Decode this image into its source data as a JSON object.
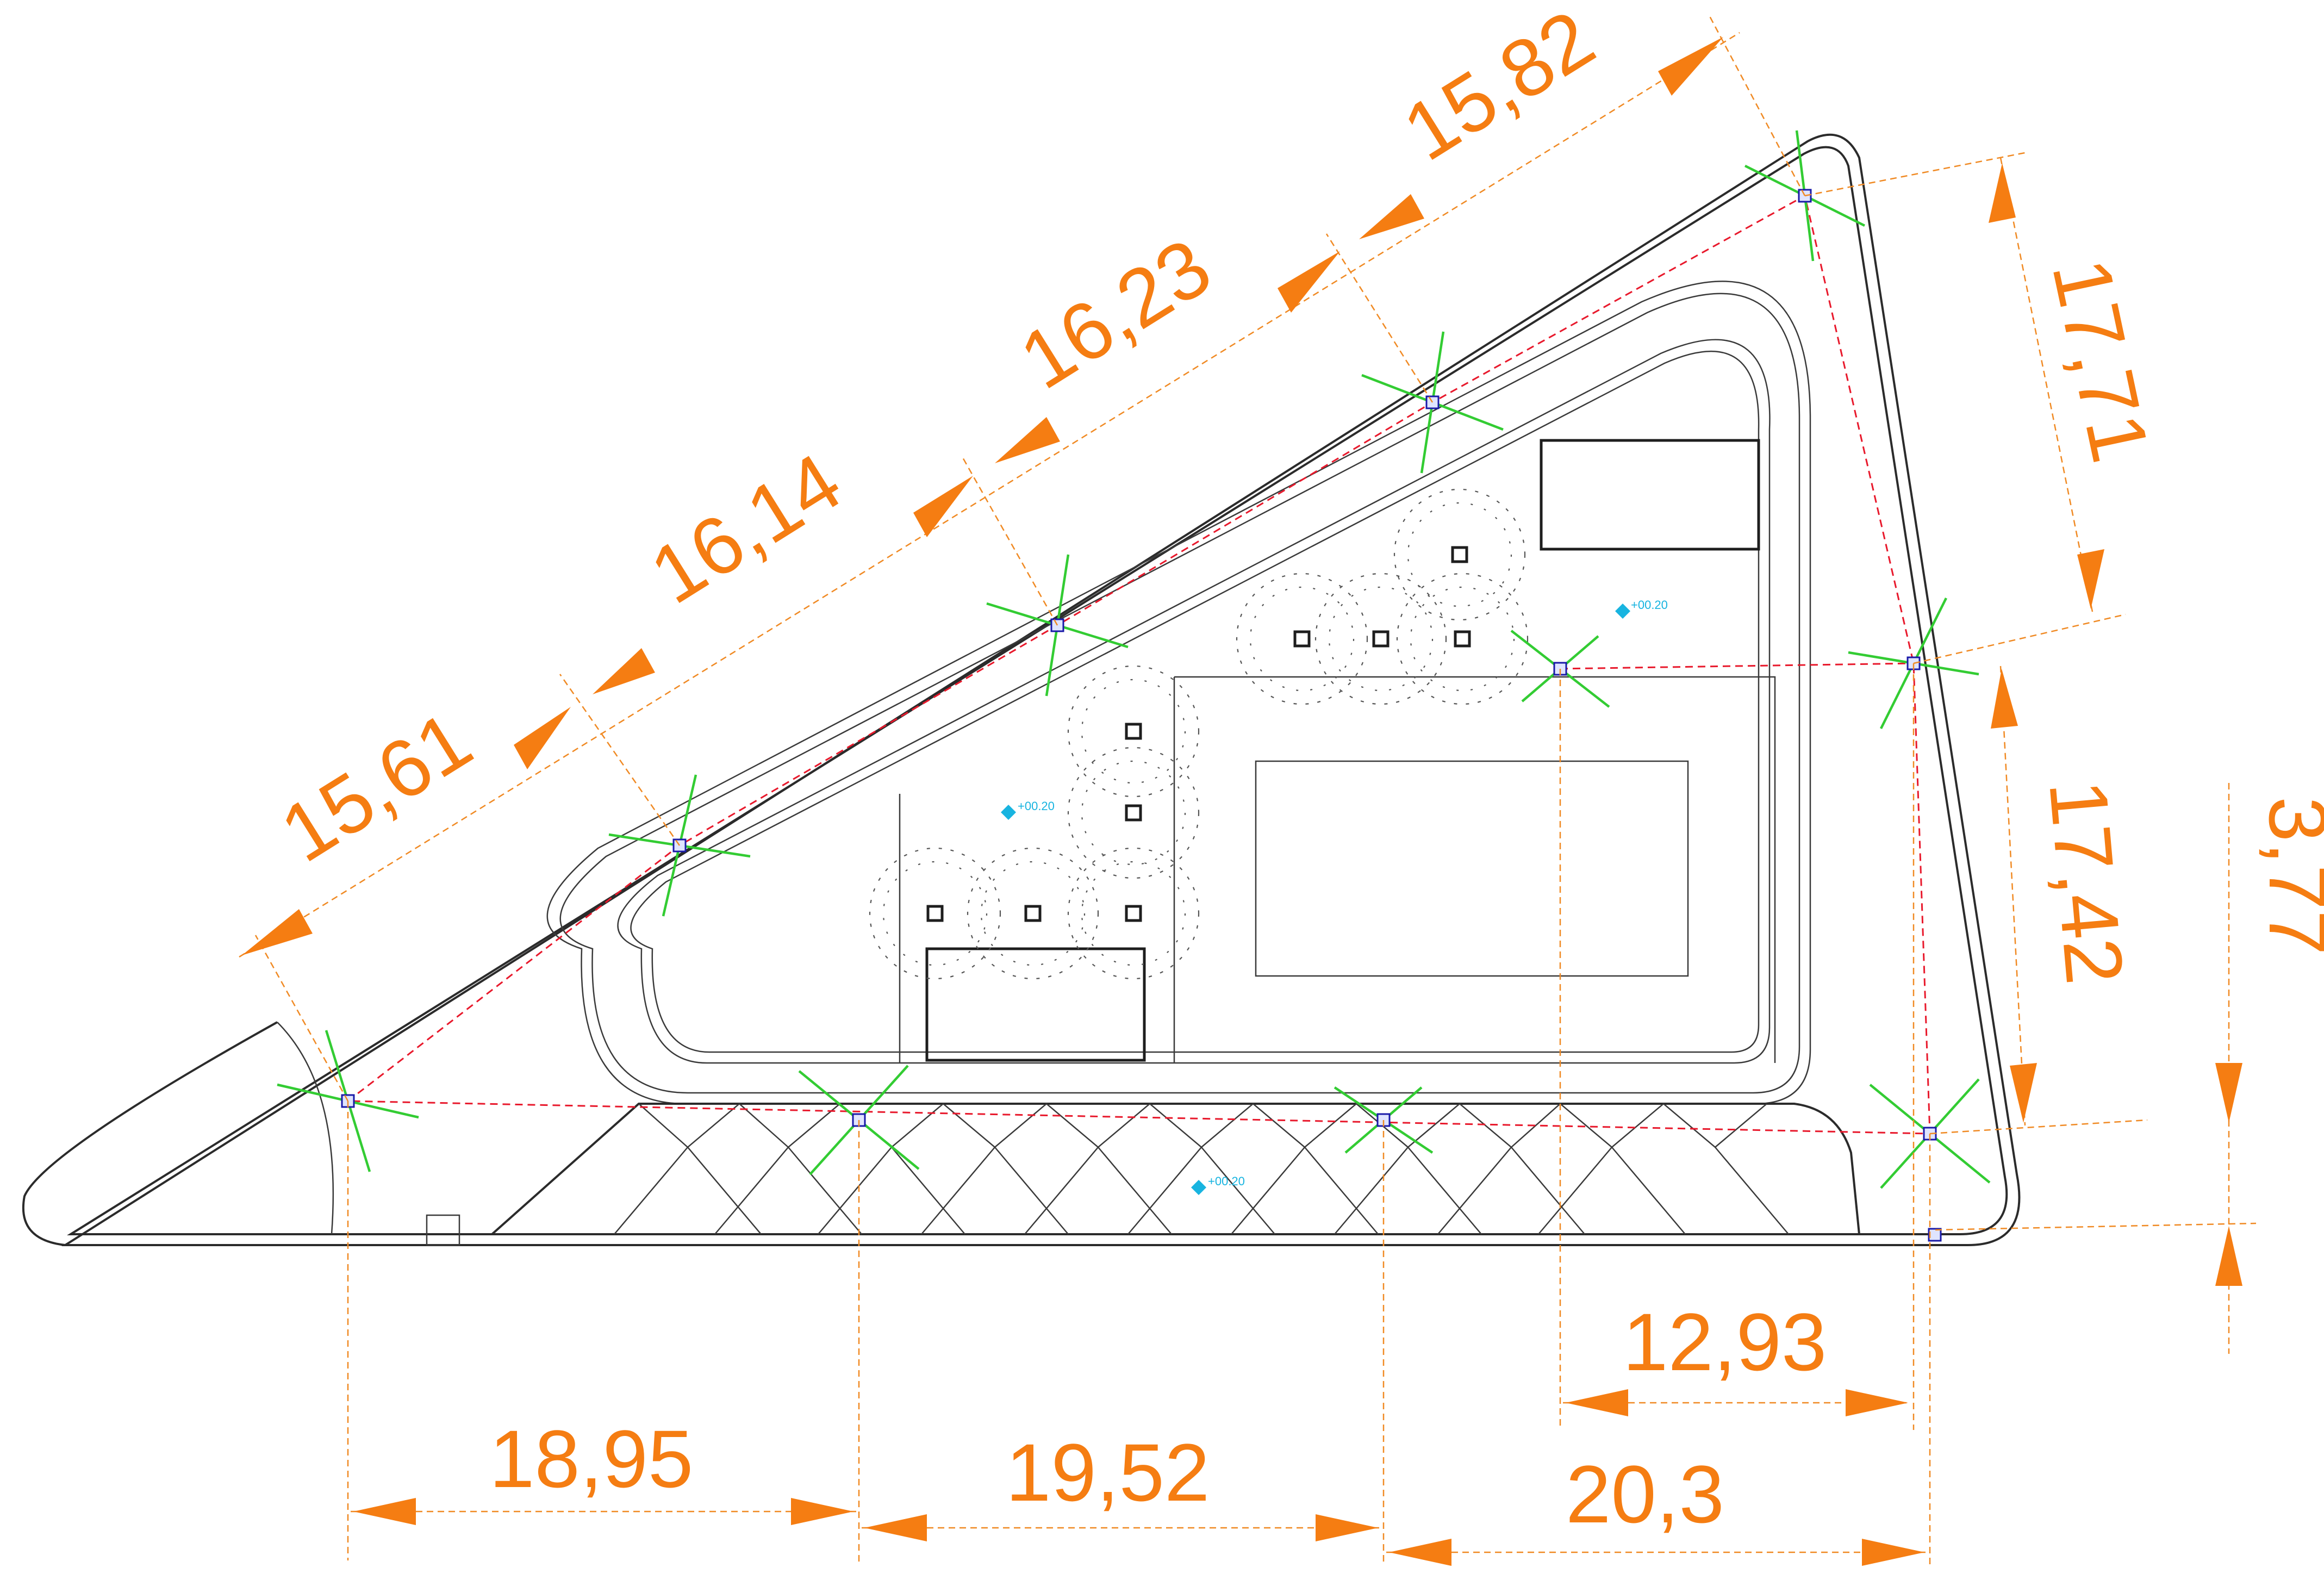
{
  "diagram": {
    "dimensions": {
      "diag_1": "15,61",
      "diag_2": "16,14",
      "diag_3": "16,23",
      "diag_4": "15,82",
      "right_1": "17,71",
      "right_2": "17,42",
      "right_3": "3,77",
      "bottom_1": "18,95",
      "bottom_2": "19,52",
      "bottom_3": "20,3",
      "bottom_4": "12,93"
    },
    "level_labels": {
      "level_1": "+00.20",
      "level_2": "+00.20",
      "level_3": "+00.20"
    },
    "colors": {
      "dimension": "#f57d12",
      "boundary_dash": "#e8192c",
      "survey_marker": "#33cc33",
      "outline": "#2b2b2b",
      "level_text": "#18b4e0"
    }
  }
}
